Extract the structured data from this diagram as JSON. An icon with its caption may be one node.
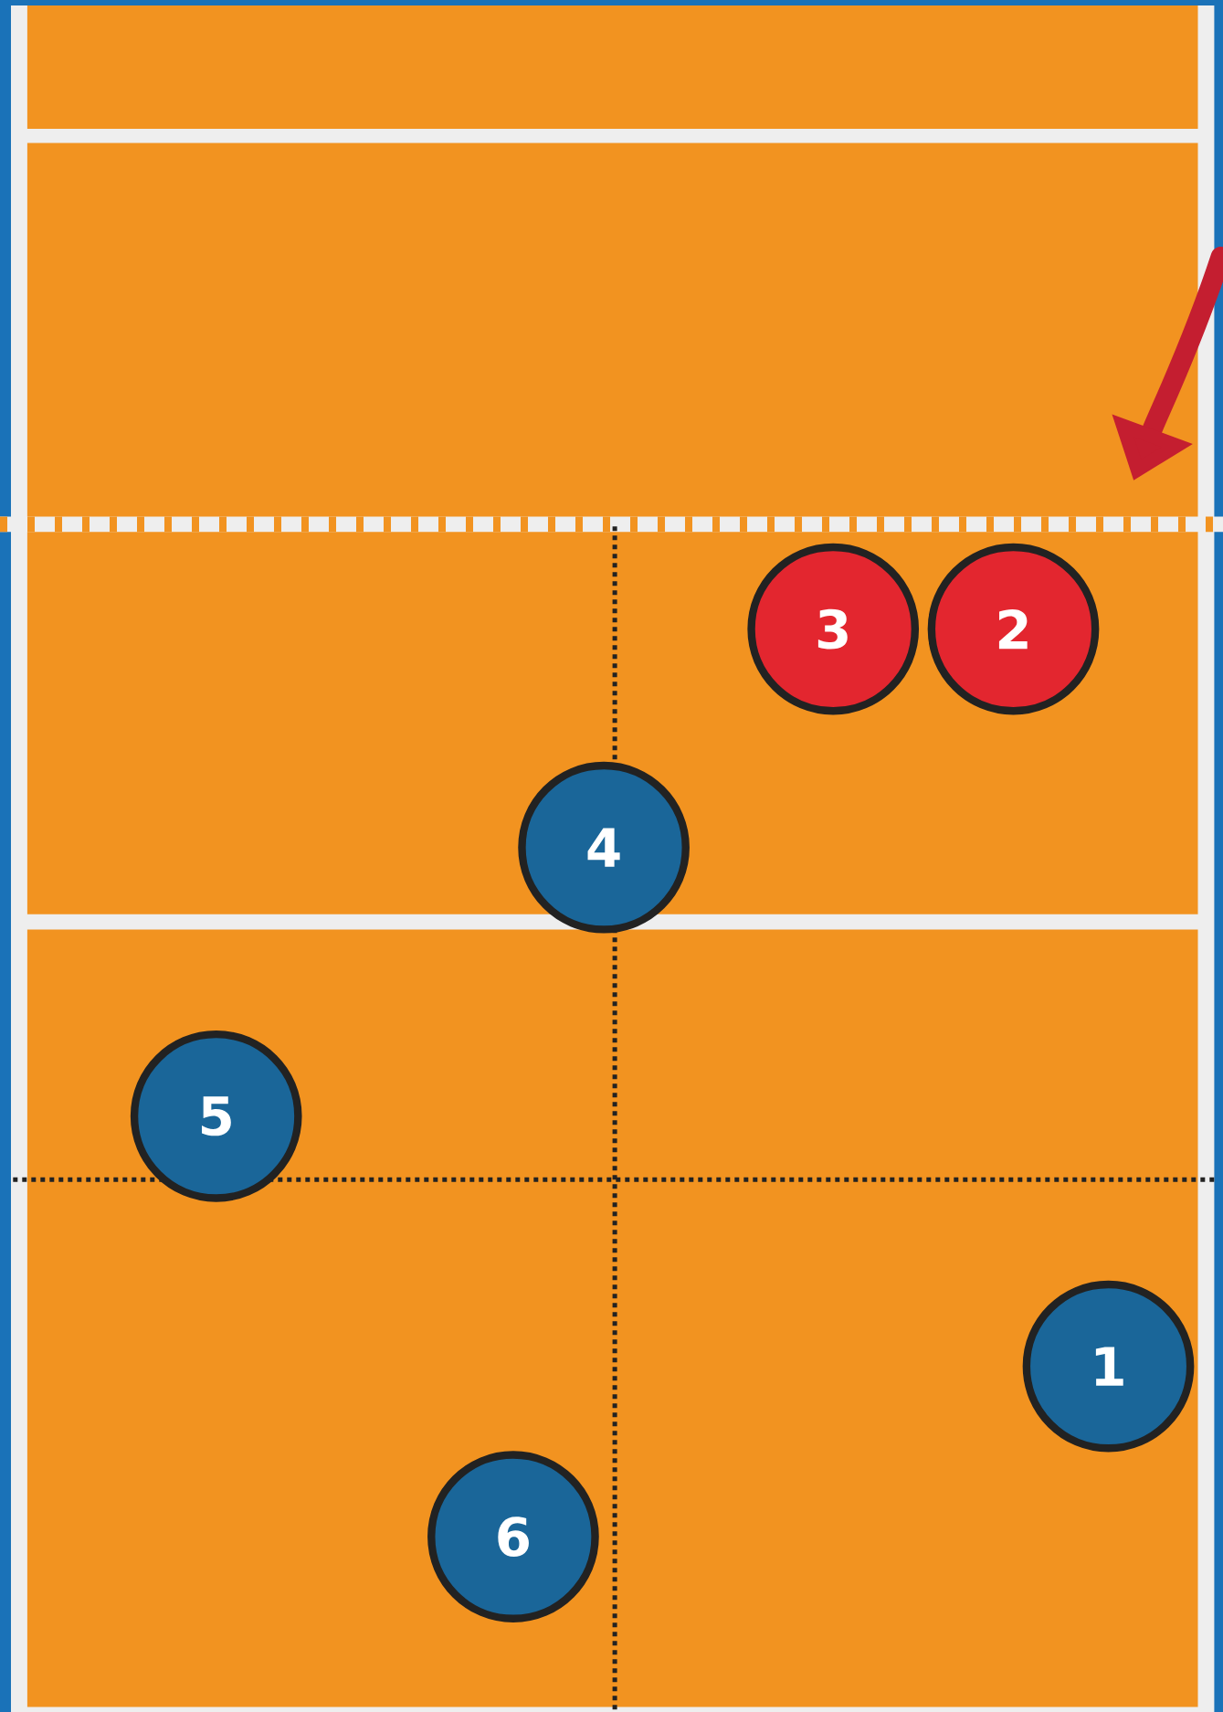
{
  "diagram": {
    "nodes": [
      {
        "text": [
          "3"
        ]
      },
      {
        "text": [
          "2"
        ]
      },
      {
        "text": [
          "4"
        ]
      },
      {
        "text": [
          "5"
        ]
      },
      {
        "text": [
          "1"
        ]
      },
      {
        "text": [
          "6"
        ]
      }
    ]
  }
}
